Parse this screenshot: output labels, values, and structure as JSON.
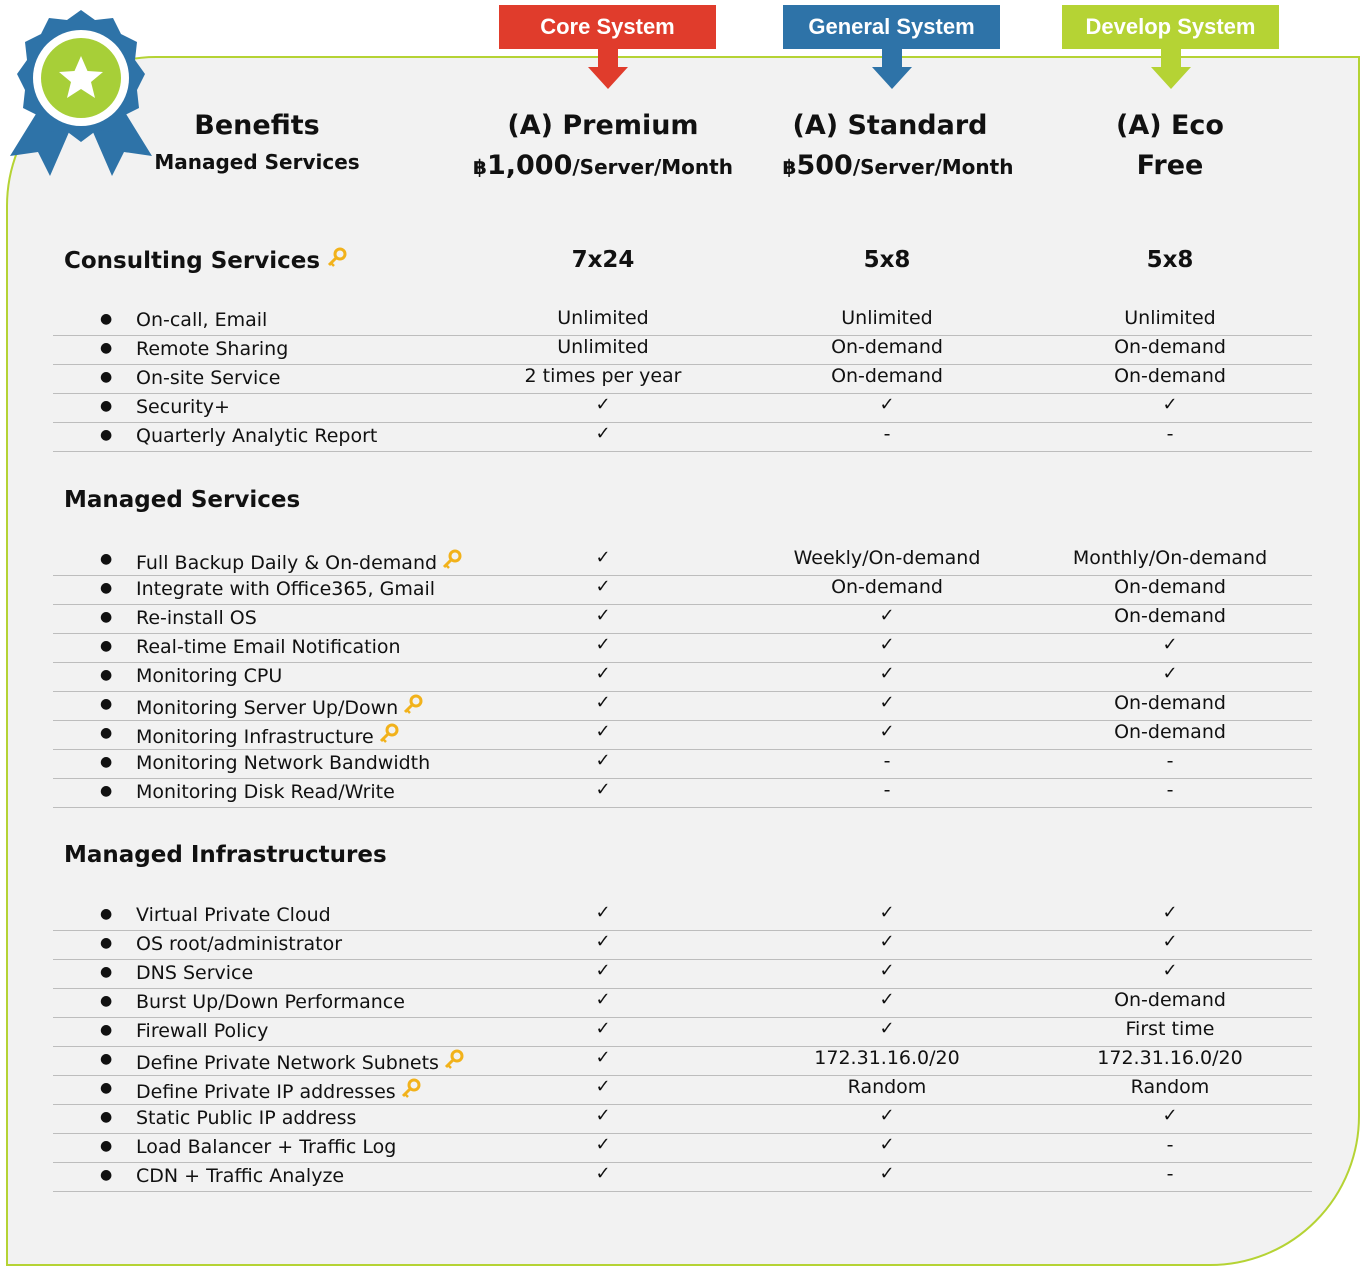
{
  "colors": {
    "core": "#e03c2c",
    "general": "#2e73a8",
    "develop": "#b5d334",
    "ribbon": "#2e73a8",
    "badge": "#a7cf38"
  },
  "header": {
    "benefits_title": "Benefits",
    "benefits_sub": "Managed Services"
  },
  "plans": [
    {
      "banner": "Core System",
      "name": "(A) Premium",
      "price_symbol": "฿",
      "price_amount": "1,000",
      "price_unit": "/Server/Month"
    },
    {
      "banner": "General System",
      "name": "(A) Standard",
      "price_symbol": "฿",
      "price_amount": "500",
      "price_unit": "/Server/Month"
    },
    {
      "banner": "Develop System",
      "name": "(A) Eco",
      "price_free": "Free"
    }
  ],
  "sections": [
    {
      "title": "Consulting Services",
      "key_icon": true,
      "values": [
        "7x24",
        "5x8",
        "5x8"
      ],
      "rows": [
        {
          "feature": "On-call, Email",
          "v": [
            "Unlimited",
            "Unlimited",
            "Unlimited"
          ]
        },
        {
          "feature": "Remote Sharing",
          "v": [
            "Unlimited",
            "On-demand",
            "On-demand"
          ]
        },
        {
          "feature": "On-site Service",
          "v": [
            "2 times per year",
            "On-demand",
            "On-demand"
          ]
        },
        {
          "feature": "Security+",
          "v": [
            "✓",
            "✓",
            "✓"
          ]
        },
        {
          "feature": "Quarterly Analytic Report",
          "v": [
            "✓",
            "-",
            "-"
          ]
        }
      ]
    },
    {
      "title": "Managed Services",
      "rows": [
        {
          "feature": "Full Backup Daily & On-demand",
          "key": true,
          "v": [
            "✓",
            "Weekly/On-demand",
            "Monthly/On-demand"
          ]
        },
        {
          "feature": "Integrate with Office365, Gmail",
          "v": [
            "✓",
            "On-demand",
            "On-demand"
          ]
        },
        {
          "feature": "Re-install OS",
          "v": [
            "✓",
            "✓",
            "On-demand"
          ]
        },
        {
          "feature": "Real-time Email Notification",
          "v": [
            "✓",
            "✓",
            "✓"
          ]
        },
        {
          "feature": "Monitoring CPU",
          "v": [
            "✓",
            "✓",
            "✓"
          ]
        },
        {
          "feature": "Monitoring Server Up/Down",
          "key": true,
          "v": [
            "✓",
            "✓",
            "On-demand"
          ]
        },
        {
          "feature": "Monitoring Infrastructure",
          "key": true,
          "v": [
            "✓",
            "✓",
            "On-demand"
          ]
        },
        {
          "feature": "Monitoring Network Bandwidth",
          "v": [
            "✓",
            "-",
            "-"
          ]
        },
        {
          "feature": "Monitoring Disk Read/Write",
          "v": [
            "✓",
            "-",
            "-"
          ]
        }
      ]
    },
    {
      "title": "Managed Infrastructures",
      "rows": [
        {
          "feature": "Virtual Private Cloud",
          "v": [
            "✓",
            "✓",
            "✓"
          ]
        },
        {
          "feature": "OS root/administrator",
          "v": [
            "✓",
            "✓",
            "✓"
          ]
        },
        {
          "feature": "DNS Service",
          "v": [
            "✓",
            "✓",
            "✓"
          ]
        },
        {
          "feature": "Burst Up/Down Performance",
          "v": [
            "✓",
            "✓",
            "On-demand"
          ]
        },
        {
          "feature": "Firewall Policy",
          "v": [
            "✓",
            "✓",
            "First time"
          ]
        },
        {
          "feature": "Define Private Network Subnets",
          "key": true,
          "v": [
            "✓",
            "172.31.16.0/20",
            "172.31.16.0/20"
          ]
        },
        {
          "feature": "Define Private IP addresses",
          "key": true,
          "v": [
            "✓",
            "Random",
            "Random"
          ]
        },
        {
          "feature": "Static Public IP address",
          "v": [
            "✓",
            "✓",
            "✓"
          ]
        },
        {
          "feature": "Load Balancer + Traffic Log",
          "v": [
            "✓",
            "✓",
            "-"
          ]
        },
        {
          "feature": "CDN + Traffic Analyze",
          "v": [
            "✓",
            "✓",
            "-"
          ]
        }
      ]
    }
  ]
}
